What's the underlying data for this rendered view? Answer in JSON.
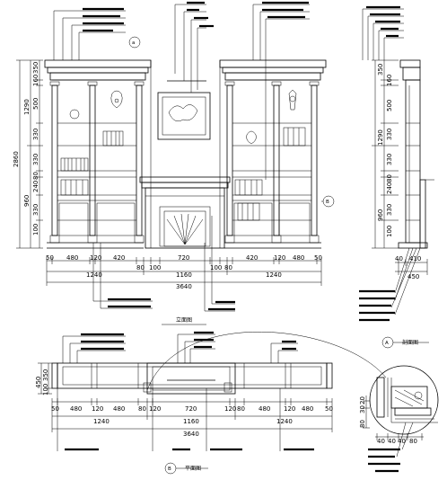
{
  "front": {
    "dims_bottom_row1": [
      "50",
      "480",
      "120",
      "420",
      "80",
      "100",
      "720",
      "100",
      "80",
      "420",
      "120",
      "480",
      "50"
    ],
    "dims_bottom_row2": [
      "1240",
      "1160",
      "1240"
    ],
    "dims_bottom_total": "3640",
    "dims_left_row1": [
      "350",
      "160",
      "500",
      "330",
      "330",
      "80",
      "240",
      "330",
      "100"
    ],
    "dims_left_row2": [
      "1290",
      "960"
    ],
    "dims_left_total": "2860",
    "title": "立面图"
  },
  "side": {
    "dims_left_row1": [
      "350",
      "160",
      "500",
      "330",
      "330",
      "80",
      "240",
      "330",
      "100"
    ],
    "dims_left_row2": [
      "1290",
      "960"
    ],
    "dims_bottom": [
      "40",
      "410"
    ],
    "dims_bottom_total": "450",
    "title": "剖面图"
  },
  "plan": {
    "dims_row1": [
      "50",
      "480",
      "120",
      "480",
      "80",
      "120",
      "720",
      "120",
      "80",
      "480",
      "120",
      "480",
      "50"
    ],
    "dims_row2": [
      "1240",
      "1160",
      "1240"
    ],
    "dims_total": "3640",
    "dims_left": [
      "350",
      "100"
    ],
    "dims_left_total": "450",
    "title": "平面图"
  },
  "detail": {
    "dims_row": [
      "40",
      "40",
      "40",
      "80"
    ],
    "dims_left": [
      "20",
      "30",
      "80"
    ]
  },
  "markers": {
    "a": "A",
    "b": "B"
  }
}
